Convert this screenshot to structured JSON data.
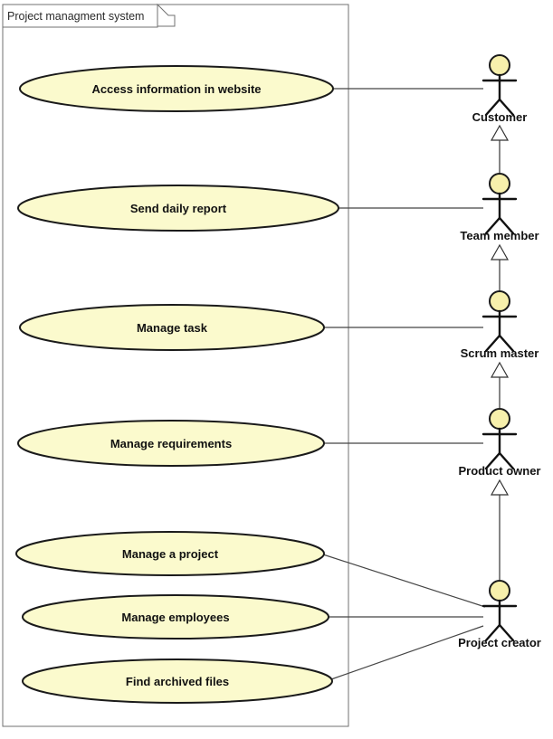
{
  "title": "Project managment system",
  "use_cases": [
    {
      "label": "Access information in website"
    },
    {
      "label": "Send daily report"
    },
    {
      "label": "Manage task"
    },
    {
      "label": "Manage requirements"
    },
    {
      "label": "Manage a project"
    },
    {
      "label": "Manage employees"
    },
    {
      "label": "Find archived files"
    }
  ],
  "actors": [
    {
      "name": "Customer"
    },
    {
      "name": "Team member"
    },
    {
      "name": "Scrum master"
    },
    {
      "name": "Product owner"
    },
    {
      "name": "Project creator"
    }
  ],
  "relationships": {
    "associations": [
      {
        "use_case": "Access information in website",
        "actor": "Customer"
      },
      {
        "use_case": "Send daily report",
        "actor": "Team member"
      },
      {
        "use_case": "Manage task",
        "actor": "Scrum master"
      },
      {
        "use_case": "Manage requirements",
        "actor": "Product owner"
      },
      {
        "use_case": "Manage a project",
        "actor": "Project creator"
      },
      {
        "use_case": "Manage employees",
        "actor": "Project creator"
      },
      {
        "use_case": "Find archived files",
        "actor": "Project creator"
      }
    ],
    "generalizations": [
      {
        "from": "Team member",
        "to": "Customer"
      },
      {
        "from": "Scrum master",
        "to": "Team member"
      },
      {
        "from": "Product owner",
        "to": "Scrum master"
      },
      {
        "from": "Project creator",
        "to": "Product owner"
      }
    ]
  },
  "colors": {
    "use_case_fill": "#FBFACD",
    "actor_head_fill": "#F7F0AC",
    "outline": "#1A1A1A",
    "connector": "#454545",
    "boundary": "#707070"
  }
}
